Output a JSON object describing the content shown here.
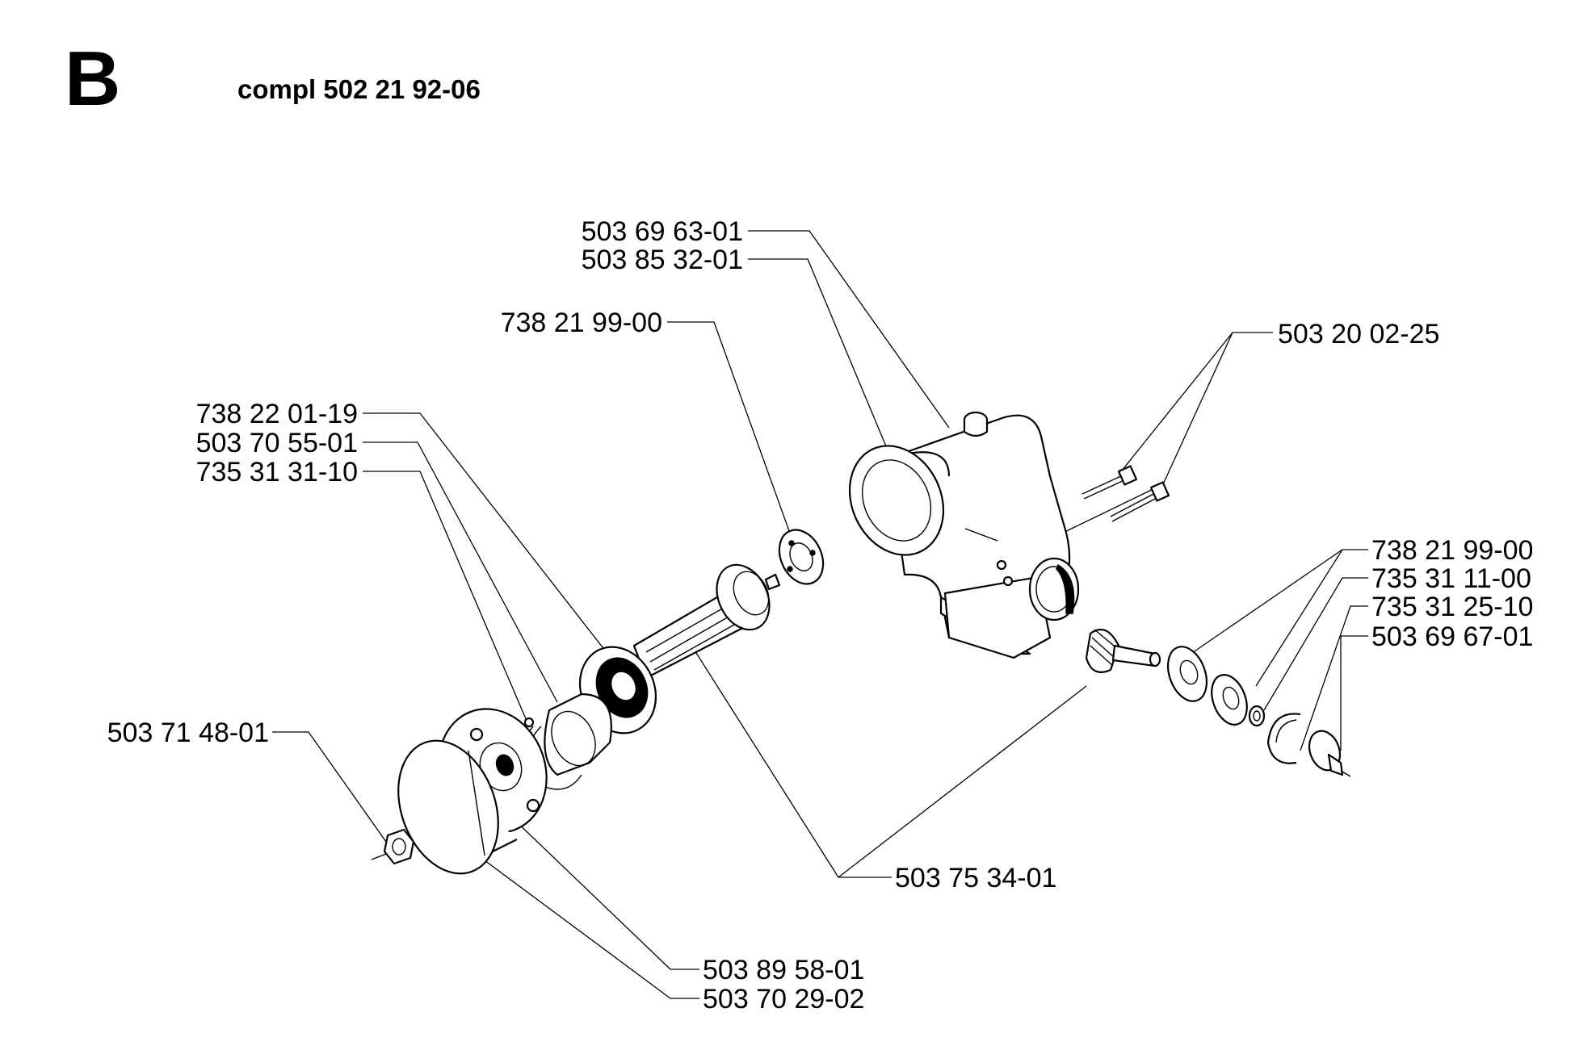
{
  "header": {
    "section_letter": "B",
    "assembly_title": "compl 502 21 92-06"
  },
  "parts": [
    {
      "id": "p1",
      "number": "503 69 63-01"
    },
    {
      "id": "p2",
      "number": "503 85 32-01"
    },
    {
      "id": "p3",
      "number": "738 21 99-00"
    },
    {
      "id": "p4",
      "number": "503 20 02-25"
    },
    {
      "id": "p5",
      "number": "738 22 01-19"
    },
    {
      "id": "p6",
      "number": "503 70 55-01"
    },
    {
      "id": "p7",
      "number": "735 31 31-10"
    },
    {
      "id": "p8",
      "number": "738 21 99-00"
    },
    {
      "id": "p9",
      "number": "735 31 11-00"
    },
    {
      "id": "p10",
      "number": "735 31 25-10"
    },
    {
      "id": "p11",
      "number": "503 69 67-01"
    },
    {
      "id": "p12",
      "number": "503 71 48-01"
    },
    {
      "id": "p13",
      "number": "503 75 34-01"
    },
    {
      "id": "p14",
      "number": "503 89 58-01"
    },
    {
      "id": "p15",
      "number": "503 70 29-02"
    }
  ]
}
